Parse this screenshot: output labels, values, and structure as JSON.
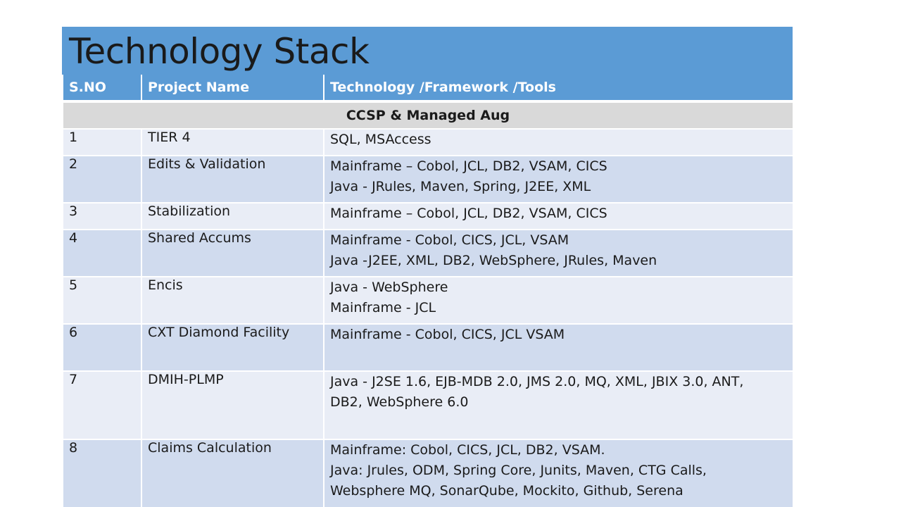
{
  "slide": {
    "title": "Technology Stack"
  },
  "table": {
    "headers": [
      "S.NO",
      "Project Name",
      "Technology /Framework /Tools"
    ],
    "group_label": "CCSP & Managed Aug",
    "rows": [
      {
        "sno": "1",
        "project": "TIER 4",
        "tech": [
          "SQL, MSAccess"
        ]
      },
      {
        "sno": "2",
        "project": "Edits & Validation",
        "tech": [
          "Mainframe – Cobol, JCL, DB2, VSAM, CICS",
          "Java - JRules, Maven, Spring, J2EE, XML"
        ]
      },
      {
        "sno": "3",
        "project": "Stabilization",
        "tech": [
          "Mainframe – Cobol, JCL, DB2, VSAM, CICS"
        ]
      },
      {
        "sno": "4",
        "project": "Shared Accums",
        "tech": [
          "Mainframe - Cobol, CICS, JCL, VSAM",
          "Java -J2EE, XML, DB2, WebSphere, JRules, Maven"
        ]
      },
      {
        "sno": "5",
        "project": "Encis",
        "tech": [
          "Java - WebSphere",
          "Mainframe - JCL"
        ]
      },
      {
        "sno": "6",
        "project": "CXT Diamond Facility",
        "tech": [
          "Mainframe - Cobol, CICS, JCL VSAM"
        ]
      },
      {
        "sno": "7",
        "project": "DMIH-PLMP",
        "tech": [
          "Java - J2SE 1.6, EJB-MDB 2.0, JMS 2.0, MQ, XML, JBIX 3.0, ANT,",
          "DB2, WebSphere 6.0"
        ]
      },
      {
        "sno": "8",
        "project": "Claims Calculation",
        "tech": [
          "Mainframe: Cobol, CICS, JCL, DB2, VSAM.",
          "Java: Jrules, ODM, Spring Core, Junits, Maven, CTG Calls,",
          "Websphere MQ, SonarQube, Mockito, Github, Serena"
        ]
      }
    ]
  },
  "colors": {
    "header_bg": "#5b9bd5",
    "group_bg": "#d9d9d9",
    "row_light": "#e9edf6",
    "row_dark": "#d0dbee"
  }
}
